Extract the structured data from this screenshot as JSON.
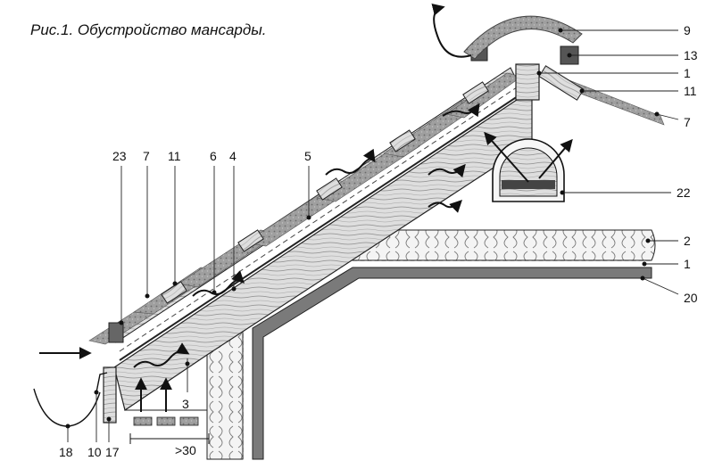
{
  "title": "Рис.1. Обустройство мансарды.",
  "callouts": [
    {
      "id": "c9",
      "text": "9"
    },
    {
      "id": "c13",
      "text": "13"
    },
    {
      "id": "c1a",
      "text": "1"
    },
    {
      "id": "c11a",
      "text": "11"
    },
    {
      "id": "c7a",
      "text": "7"
    },
    {
      "id": "c22",
      "text": "22"
    },
    {
      "id": "c2",
      "text": "2"
    },
    {
      "id": "c1b",
      "text": "1"
    },
    {
      "id": "c20",
      "text": "20"
    },
    {
      "id": "c23",
      "text": "23"
    },
    {
      "id": "c7b",
      "text": "7"
    },
    {
      "id": "c11b",
      "text": "11"
    },
    {
      "id": "c6",
      "text": "6"
    },
    {
      "id": "c4",
      "text": "4"
    },
    {
      "id": "c5",
      "text": "5"
    },
    {
      "id": "c3",
      "text": "3"
    },
    {
      "id": "c18",
      "text": "18"
    },
    {
      "id": "c10",
      "text": "10"
    },
    {
      "id": "c17",
      "text": "17"
    },
    {
      "id": "c30",
      "text": ">30"
    }
  ],
  "colors": {
    "line": "#111111",
    "tile": "#9a9a9a",
    "tile_dark": "#6e6e6e",
    "wood": "#d8d8d8",
    "insulation": "#eeeeee",
    "membrane": "#5a5a5a"
  }
}
